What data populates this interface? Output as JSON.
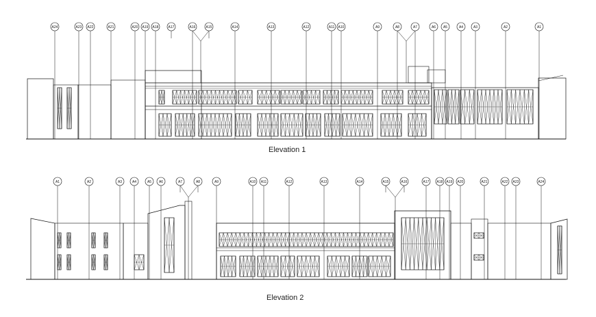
{
  "elevation_1": {
    "caption": "Elevation 1",
    "grid_labels": [
      "A24",
      "A23",
      "A22",
      "A21",
      "A20",
      "A19",
      "A18",
      "A17",
      "A16",
      "A15",
      "A14",
      "A13",
      "A12",
      "A11",
      "A10",
      "A9",
      "A8",
      "A7",
      "A6",
      "A5",
      "A4",
      "A3",
      "A2",
      "A1"
    ]
  },
  "elevation_2": {
    "caption": "Elevation 2",
    "grid_labels": [
      "A1",
      "A2",
      "A3",
      "A4",
      "A5",
      "A6",
      "A7",
      "A8",
      "A9",
      "A10",
      "A11",
      "A12",
      "A13",
      "A14",
      "A15",
      "A16",
      "A17",
      "A18",
      "A19",
      "A20",
      "A21",
      "A22",
      "A23",
      "A24"
    ]
  }
}
